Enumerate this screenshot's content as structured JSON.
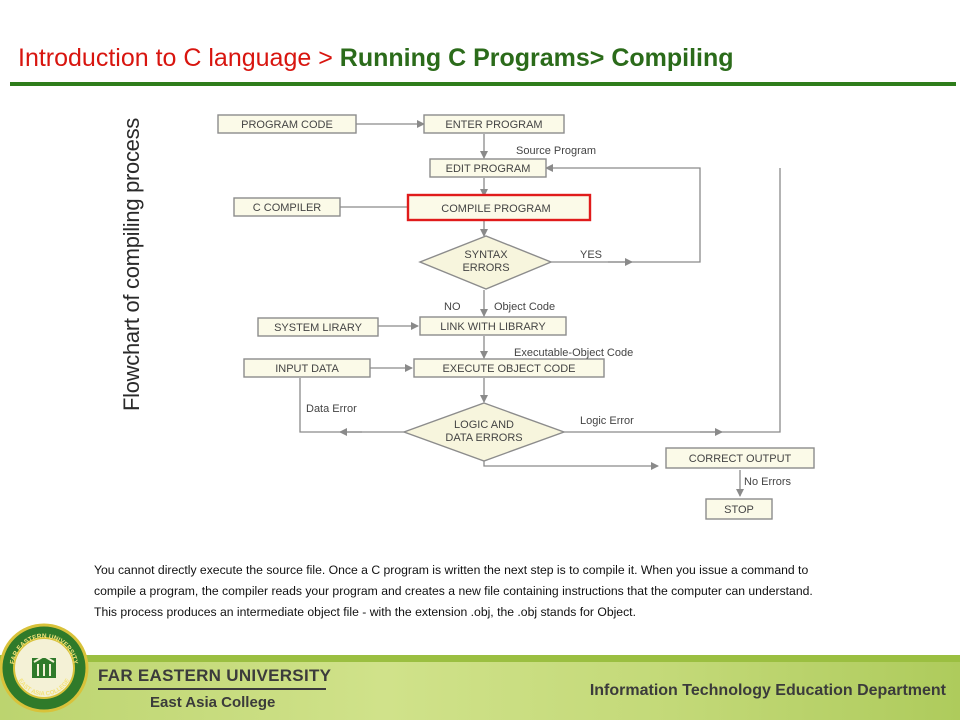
{
  "header": {
    "crumb": "Introduction to C language",
    "separator": ">",
    "current": "Running C Programs> Compiling"
  },
  "diagram": {
    "side_label": "Flowchart of compiling process",
    "nodes": {
      "program_code": "PROGRAM CODE",
      "enter_program": "ENTER PROGRAM",
      "edit_program": "EDIT PROGRAM",
      "c_compiler": "C COMPILER",
      "compile_program": "COMPILE PROGRAM",
      "syntax_errors_line1": "SYNTAX",
      "syntax_errors_line2": "ERRORS",
      "system_library": "SYSTEM LIRARY",
      "link_with_library": "LINK WITH LIBRARY",
      "input_data": "INPUT DATA",
      "execute_object_code": "EXECUTE OBJECT CODE",
      "logic_errors_line1": "LOGIC AND",
      "logic_errors_line2": "DATA ERRORS",
      "correct_output": "CORRECT OUTPUT",
      "stop": "STOP"
    },
    "edge_labels": {
      "source_program": "Source Program",
      "yes": "YES",
      "no": "NO",
      "object_code": "Object Code",
      "executable_object_code": "Executable-Object Code",
      "data_error": "Data Error",
      "logic_error": "Logic Error",
      "no_errors": "No Errors"
    },
    "highlight_color": "#e01b1b"
  },
  "description": {
    "line1": "You cannot directly execute the source file. Once a C program is written the next step is to compile it.  When you issue a command to",
    "line2": "compile a program, the compiler reads your program and creates  a new file containing instructions that the computer can understand.",
    "line3": "This process produces an intermediate object file - with the extension .obj, the .obj stands for Object."
  },
  "footer": {
    "university": "FAR EASTERN UNIVERSITY",
    "college": "East Asia College",
    "department": "Information Technology Education Department",
    "seal_text_top": "FAR EASTERN UNIVERSITY",
    "seal_text_bottom": "EAST ASIA COLLEGE"
  },
  "colors": {
    "title_red": "#d8150f",
    "title_green": "#2b6b1a",
    "rule_green": "#2e7d1b",
    "footer_green": "#c3d978"
  }
}
